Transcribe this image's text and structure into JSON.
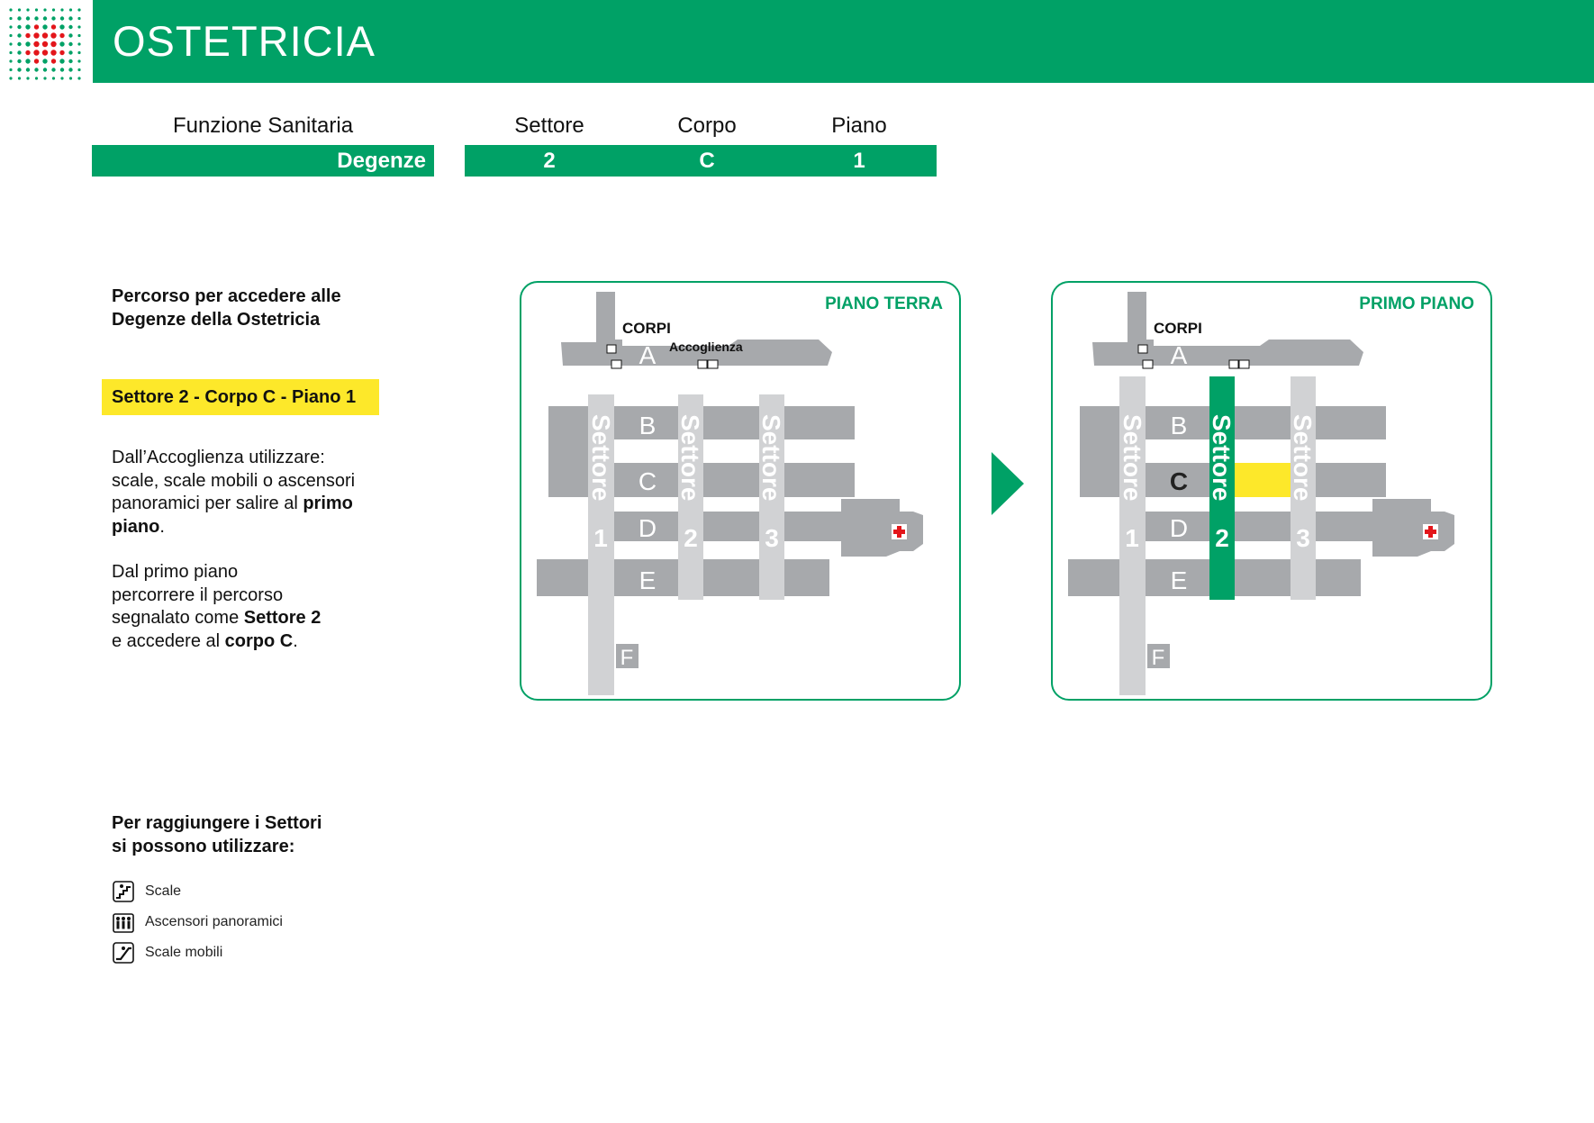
{
  "header": {
    "title": "OSTETRICIA"
  },
  "columns": [
    {
      "label": "Funzione Sanitaria",
      "value": "Degenze"
    },
    {
      "label": "Settore",
      "value": "2"
    },
    {
      "label": "Corpo",
      "value": "C"
    },
    {
      "label": "Piano",
      "value": "1"
    }
  ],
  "intro": {
    "heading_line1": "Percorso per accedere alle",
    "heading_line2": "Degenze della Ostetricia",
    "highlight": "Settore 2 - Corpo C - Piano 1"
  },
  "instructions": {
    "p1_line1": "Dall’Accoglienza utilizzare:",
    "p1_line2": "scale, scale mobili o ascensori",
    "p1_line3_a": "panoramici per salire al ",
    "p1_line3_b": "primo",
    "p1_line4_b": "piano",
    "p1_line4_c": ".",
    "p2_line1": "Dal primo piano",
    "p2_line2": "percorrere il percorso",
    "p2_line3_a": "segnalato come ",
    "p2_line3_b": "Settore 2",
    "p2_line4_a": "e accedere al ",
    "p2_line4_b": "corpo C",
    "p2_line4_c": "."
  },
  "maps": {
    "ground": {
      "title": "PIANO TERRA",
      "corpi_label": "CORPI",
      "accoglienza_label": "Accoglienza",
      "bodies": [
        "A",
        "B",
        "C",
        "D",
        "E",
        "F"
      ],
      "sectors": [
        {
          "name": "Settore",
          "number": "1"
        },
        {
          "name": "Settore",
          "number": "2"
        },
        {
          "name": "Settore",
          "number": "3"
        }
      ]
    },
    "first": {
      "title": "PRIMO PIANO",
      "corpi_label": "CORPI",
      "bodies": [
        "A",
        "B",
        "C",
        "D",
        "E",
        "F"
      ],
      "highlight_sector": "2",
      "highlight_body": "C",
      "sectors": [
        {
          "name": "Settore",
          "number": "1"
        },
        {
          "name": "Settore",
          "number": "2"
        },
        {
          "name": "Settore",
          "number": "3"
        }
      ]
    }
  },
  "legend": {
    "heading_line1": "Per raggiungere i Settori",
    "heading_line2": "si possono utilizzare:",
    "items": [
      {
        "icon": "stairs-icon",
        "label": "Scale"
      },
      {
        "icon": "elevator-icon",
        "label": "Ascensori panoramici"
      },
      {
        "icon": "escalator-icon",
        "label": "Scale mobili"
      }
    ]
  },
  "colors": {
    "brand_green": "#00a166",
    "highlight_yellow": "#fde82a",
    "building_grey": "#a7a9ac",
    "sector_light_grey": "#d1d2d4",
    "emergency_red": "#e3161b"
  }
}
